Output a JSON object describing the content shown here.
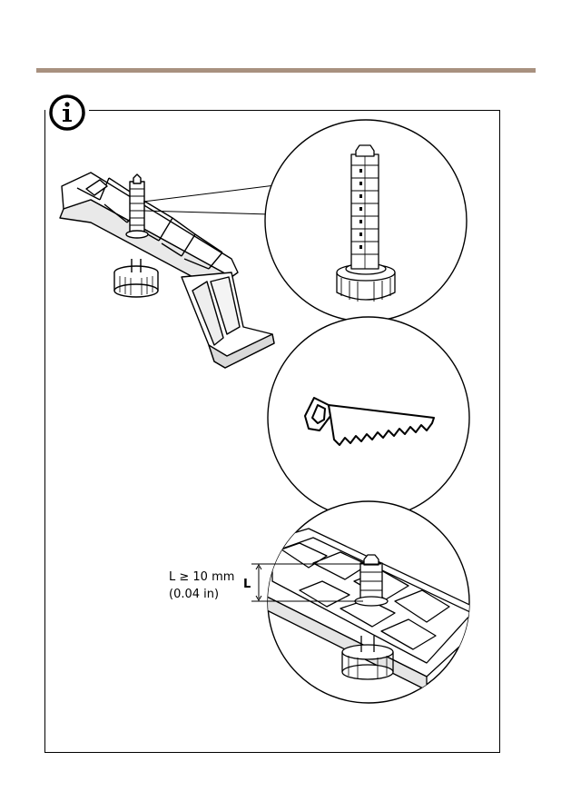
{
  "header": {
    "rule_color": "#a8917f"
  },
  "note": {
    "icon": "info-icon",
    "dimension": {
      "symbol": "L",
      "requirement": "L ≥ 10 mm",
      "imperial": "(0.04 in)"
    },
    "steps": [
      {
        "name": "zoom-spindle",
        "icon": "threaded-spindle-illustration"
      },
      {
        "name": "cut-spindle",
        "icon": "saw-icon"
      },
      {
        "name": "measure-remaining-length",
        "icon": "trimmed-spindle-illustration"
      }
    ]
  }
}
